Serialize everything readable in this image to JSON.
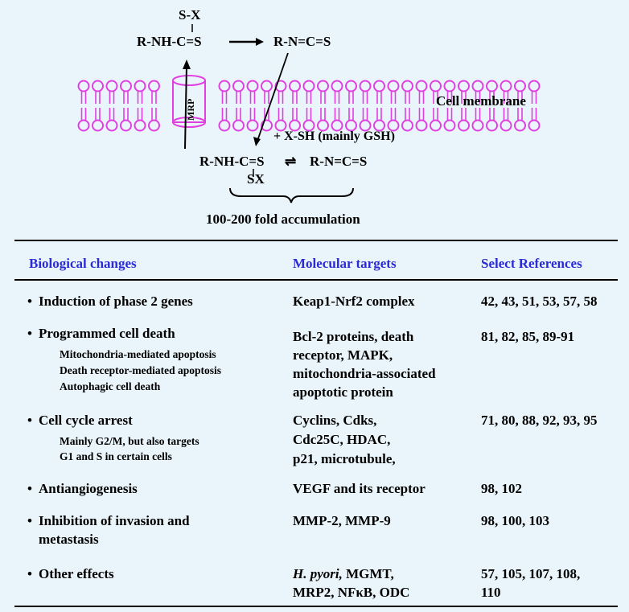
{
  "diagram": {
    "top_left_substituent": "S-X",
    "top_left_molecule": "R-NH-C=S",
    "top_right_molecule": "R-N=C=S",
    "membrane_label": "Cell membrane",
    "transporter_label": "MRP",
    "reaction_label": "+ X-SH (mainly GSH)",
    "inner_left_molecule": "R-NH-C=S",
    "inner_equilibrium": "⇌",
    "inner_right_molecule": "R-N=C=S",
    "inner_substituent": "SX",
    "accumulation_label": "100-200 fold accumulation"
  },
  "table": {
    "headers": [
      "Biological changes",
      "Molecular targets",
      "Select References"
    ],
    "rows": [
      {
        "change": "Induction of phase 2 genes",
        "sub": [],
        "targets": [
          "Keap1-Nrf2 complex"
        ],
        "refs": [
          "42, 43, 51, 53, 57, 58"
        ]
      },
      {
        "change": "Programmed cell death",
        "sub": [
          "Mitochondria-mediated apoptosis",
          "Death receptor-mediated apoptosis",
          "Autophagic cell death"
        ],
        "targets": [
          "Bcl-2 proteins, death",
          "receptor, MAPK,",
          "mitochondria-associated",
          "apoptotic protein"
        ],
        "refs": [
          "81, 82, 85, 89-91"
        ]
      },
      {
        "change": "Cell cycle arrest",
        "sub": [
          "Mainly G2/M, but also targets",
          "G1 and S in certain cells"
        ],
        "targets": [
          "Cyclins, Cdks,",
          "Cdc25C, HDAC,",
          "p21, microtubule,"
        ],
        "refs": [
          "71, 80, 88, 92, 93, 95"
        ]
      },
      {
        "change": "Antiangiogenesis",
        "sub": [],
        "targets": [
          "VEGF and its receptor"
        ],
        "refs": [
          "98, 102"
        ]
      },
      {
        "change": "Inhibition of invasion and",
        "change2": "metastasis",
        "sub": [],
        "targets": [
          "MMP-2, MMP-9"
        ],
        "refs": [
          "98, 100, 103"
        ]
      },
      {
        "change": "Other effects",
        "sub": [],
        "targets_italic": "H. pyori,",
        "targets": [
          " MGMT,",
          "MRP2, NFκB, ODC"
        ],
        "refs": [
          "57, 105, 107, 108,",
          "110"
        ]
      }
    ],
    "bullet": "•"
  },
  "colors": {
    "background": "#eaf5fb",
    "membrane": "#e040e0",
    "header_text": "#2a2ad6"
  }
}
